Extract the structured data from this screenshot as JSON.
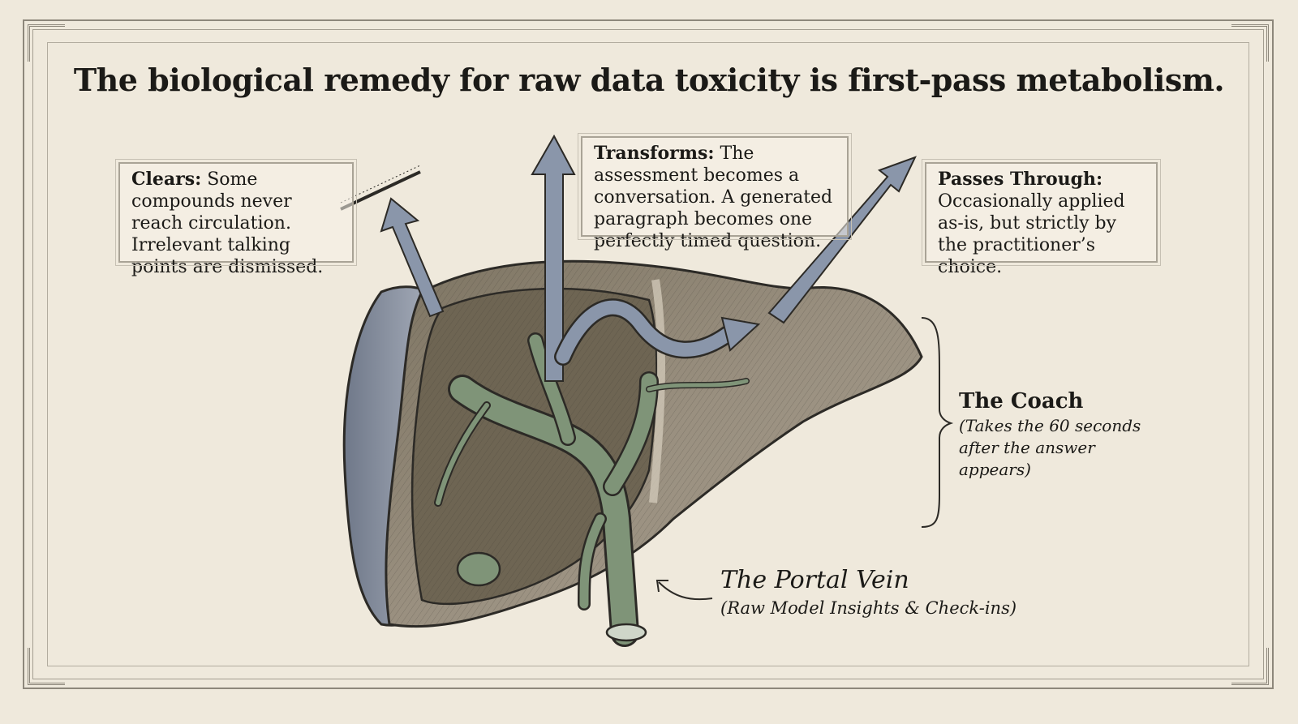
{
  "title": "The biological remedy for raw data toxicity is first-pass metabolism.",
  "callouts": {
    "clears": {
      "label": "Clears:",
      "text": "Some compounds never reach circulation. Irrelevant talking points are dismissed."
    },
    "transforms": {
      "label": "Transforms:",
      "text": "The assessment becomes a conversation. A generated paragraph becomes one perfectly timed question."
    },
    "passes": {
      "label": "Passes Through:",
      "text": "Occasionally applied as-is, but strictly by the practitioner’s choice."
    }
  },
  "coach": {
    "title": "The Coach",
    "subtitle": "(Takes the 60 seconds after the answer appears)"
  },
  "portal_vein": {
    "title": "The Portal Vein",
    "subtitle": "(Raw Model Insights & Check-ins)"
  },
  "colors": {
    "paper": "#efe9dc",
    "liver_left": "#8e96a6",
    "liver_right": "#8c826f",
    "vein": "#7f9478",
    "arrow": "#8a96aa"
  }
}
